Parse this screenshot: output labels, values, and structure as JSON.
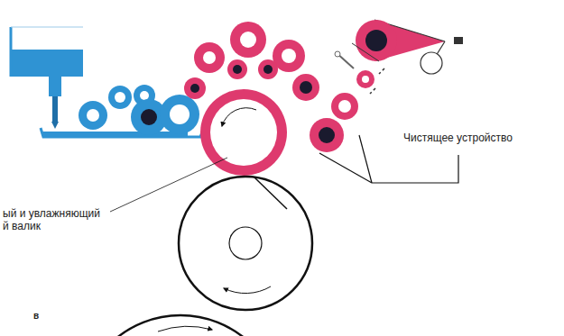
{
  "diagram": {
    "labels": [
      "Чистящее устройство",
      "ый и увлажняющий",
      "й валик",
      "в"
    ]
  }
}
